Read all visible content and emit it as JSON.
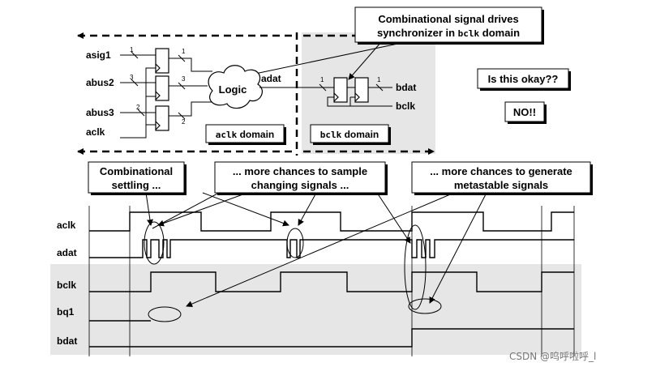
{
  "colors": {
    "shade": "#e6e6e6",
    "ink": "#000000",
    "watermark": "#777777"
  },
  "callout_top": {
    "line1": "Combinational signal drives",
    "line2_pre": "synchronizer in ",
    "line2_mono": "bclk",
    "line2_post": " domain"
  },
  "question": "Is this okay??",
  "answer": "NO!!",
  "inputs": {
    "asig1": "asig1",
    "abus2": "abus2",
    "abus3": "abus3",
    "aclk": "aclk"
  },
  "widths": {
    "w1": "1",
    "w3": "3",
    "w2": "2"
  },
  "logic_label": "Logic",
  "adat_top": "adat",
  "sync_out": {
    "bdat": "bdat",
    "bclk": "bclk"
  },
  "domain_a": {
    "mono": "aclk",
    "text": " domain"
  },
  "domain_b": {
    "mono": "bclk",
    "text": " domain"
  },
  "callouts": {
    "settling": [
      "Combinational",
      "settling ..."
    ],
    "sample": [
      "... more chances to sample",
      "changing signals ..."
    ],
    "meta": [
      "... more chances to generate",
      "metastable signals"
    ]
  },
  "waves": {
    "aclk": "aclk",
    "adat": "adat",
    "bclk": "bclk",
    "bq1": "bq1",
    "bdat": "bdat"
  },
  "watermark": "CSDN @呜呼啦呼_l"
}
